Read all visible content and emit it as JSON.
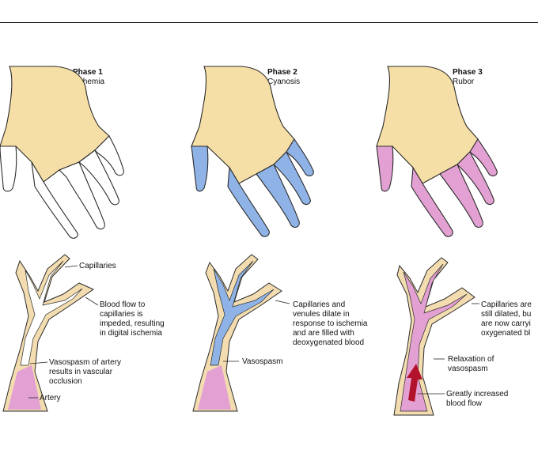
{
  "colors": {
    "skin": "#f6dfa6",
    "ischemic": "#ffffff",
    "cyanotic": "#8fb3e6",
    "rubor": "#e3a1d3",
    "wall": "#f3ddb0",
    "artery_lumen": "#e3a1d3",
    "arrow": "#b3122c"
  },
  "phases": [
    {
      "title": "Phase 1",
      "subtitle": "Ischemia",
      "finger_state": "ischemic",
      "labels": {
        "capillaries": "Capillaries",
        "flow": [
          "Blood flow to",
          "capillaries is",
          "impeded, resulting",
          "in digital ischemia"
        ],
        "vasospasm": [
          "Vasospasm of artery",
          "results in vascular",
          "occlusion"
        ],
        "artery": "Artery"
      }
    },
    {
      "title": "Phase 2",
      "subtitle": "Cyanosis",
      "finger_state": "cyanotic",
      "labels": {
        "capillaries": [
          "Capillaries and",
          "venules dilate in",
          "response to ischemia",
          "and are filled with",
          "deoxygenated blood"
        ],
        "vasospasm": "Vasospasm"
      }
    },
    {
      "title": "Phase 3",
      "subtitle": "Rubor",
      "finger_state": "rubor",
      "labels": {
        "capillaries": [
          "Capillaries are",
          "still dilated, bu",
          "are now carryi",
          "oxygenated bl"
        ],
        "relaxation": [
          "Relaxation of",
          "vasospasm"
        ],
        "flow": [
          "Greatly increased",
          "blood flow"
        ]
      }
    }
  ]
}
